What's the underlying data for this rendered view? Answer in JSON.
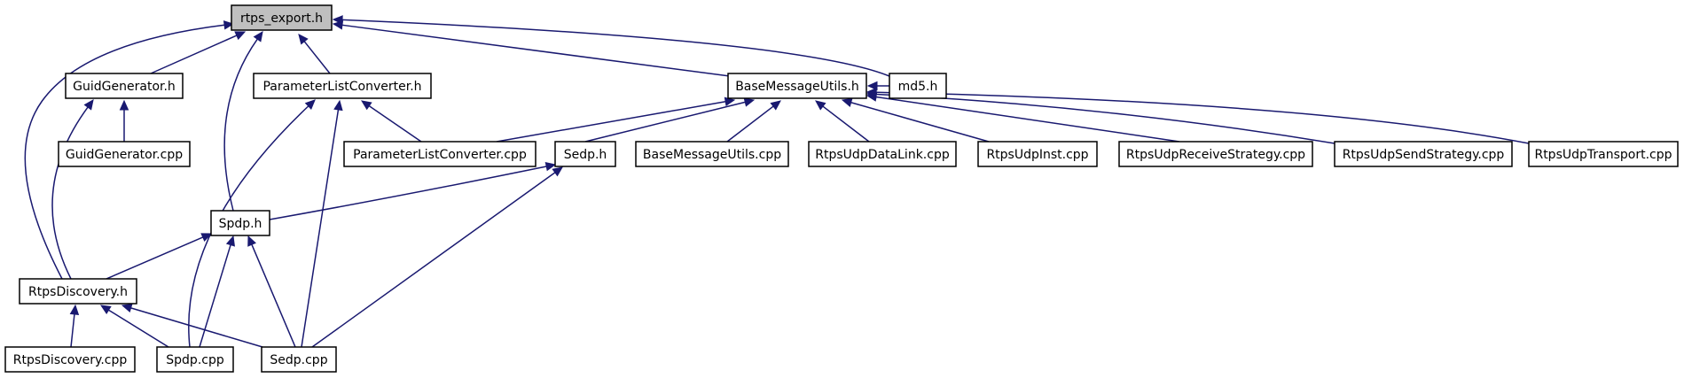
{
  "diagram": {
    "colors": {
      "edge": "#191970",
      "node_fill": "#ffffff",
      "root_fill": "#bfbfbf",
      "border": "#000000"
    },
    "nodes": [
      {
        "id": "rtps_export_h",
        "label": "rtps_export.h",
        "root": true
      },
      {
        "id": "GuidGenerator_h",
        "label": "GuidGenerator.h"
      },
      {
        "id": "ParameterListConverter_h",
        "label": "ParameterListConverter.h"
      },
      {
        "id": "BaseMessageUtils_h",
        "label": "BaseMessageUtils.h"
      },
      {
        "id": "md5_h",
        "label": "md5.h"
      },
      {
        "id": "GuidGenerator_cpp",
        "label": "GuidGenerator.cpp"
      },
      {
        "id": "ParameterListConverter_cpp",
        "label": "ParameterListConverter.cpp"
      },
      {
        "id": "Sedp_h",
        "label": "Sedp.h"
      },
      {
        "id": "BaseMessageUtils_cpp",
        "label": "BaseMessageUtils.cpp"
      },
      {
        "id": "RtpsUdpDataLink_cpp",
        "label": "RtpsUdpDataLink.cpp"
      },
      {
        "id": "RtpsUdpInst_cpp",
        "label": "RtpsUdpInst.cpp"
      },
      {
        "id": "RtpsUdpReceiveStrategy_cpp",
        "label": "RtpsUdpReceiveStrategy.cpp"
      },
      {
        "id": "RtpsUdpSendStrategy_cpp",
        "label": "RtpsUdpSendStrategy.cpp"
      },
      {
        "id": "RtpsUdpTransport_cpp",
        "label": "RtpsUdpTransport.cpp"
      },
      {
        "id": "Spdp_h",
        "label": "Spdp.h"
      },
      {
        "id": "RtpsDiscovery_h",
        "label": "RtpsDiscovery.h"
      },
      {
        "id": "RtpsDiscovery_cpp",
        "label": "RtpsDiscovery.cpp"
      },
      {
        "id": "Spdp_cpp",
        "label": "Spdp.cpp"
      },
      {
        "id": "Sedp_cpp",
        "label": "Sedp.cpp"
      }
    ],
    "edges": [
      {
        "from": "GuidGenerator_h",
        "to": "rtps_export_h"
      },
      {
        "from": "ParameterListConverter_h",
        "to": "rtps_export_h"
      },
      {
        "from": "BaseMessageUtils_h",
        "to": "rtps_export_h"
      },
      {
        "from": "md5_h",
        "to": "rtps_export_h"
      },
      {
        "from": "Spdp_h",
        "to": "rtps_export_h"
      },
      {
        "from": "RtpsDiscovery_h",
        "to": "rtps_export_h"
      },
      {
        "from": "GuidGenerator_cpp",
        "to": "GuidGenerator_h"
      },
      {
        "from": "RtpsDiscovery_h",
        "to": "GuidGenerator_h"
      },
      {
        "from": "ParameterListConverter_cpp",
        "to": "ParameterListConverter_h"
      },
      {
        "from": "Spdp_cpp",
        "to": "ParameterListConverter_h"
      },
      {
        "from": "Sedp_cpp",
        "to": "ParameterListConverter_h"
      },
      {
        "from": "md5_h",
        "to": "BaseMessageUtils_h"
      },
      {
        "from": "ParameterListConverter_cpp",
        "to": "BaseMessageUtils_h"
      },
      {
        "from": "Sedp_h",
        "to": "BaseMessageUtils_h"
      },
      {
        "from": "BaseMessageUtils_cpp",
        "to": "BaseMessageUtils_h"
      },
      {
        "from": "RtpsUdpDataLink_cpp",
        "to": "BaseMessageUtils_h"
      },
      {
        "from": "RtpsUdpInst_cpp",
        "to": "BaseMessageUtils_h"
      },
      {
        "from": "RtpsUdpReceiveStrategy_cpp",
        "to": "BaseMessageUtils_h"
      },
      {
        "from": "RtpsUdpSendStrategy_cpp",
        "to": "BaseMessageUtils_h"
      },
      {
        "from": "RtpsUdpTransport_cpp",
        "to": "BaseMessageUtils_h"
      },
      {
        "from": "Spdp_h",
        "to": "Sedp_h"
      },
      {
        "from": "Sedp_cpp",
        "to": "Sedp_h"
      },
      {
        "from": "RtpsDiscovery_h",
        "to": "Spdp_h"
      },
      {
        "from": "Spdp_cpp",
        "to": "Spdp_h"
      },
      {
        "from": "Sedp_cpp",
        "to": "Spdp_h"
      },
      {
        "from": "RtpsDiscovery_cpp",
        "to": "RtpsDiscovery_h"
      },
      {
        "from": "Spdp_cpp",
        "to": "RtpsDiscovery_h"
      },
      {
        "from": "Sedp_cpp",
        "to": "RtpsDiscovery_h"
      }
    ]
  }
}
